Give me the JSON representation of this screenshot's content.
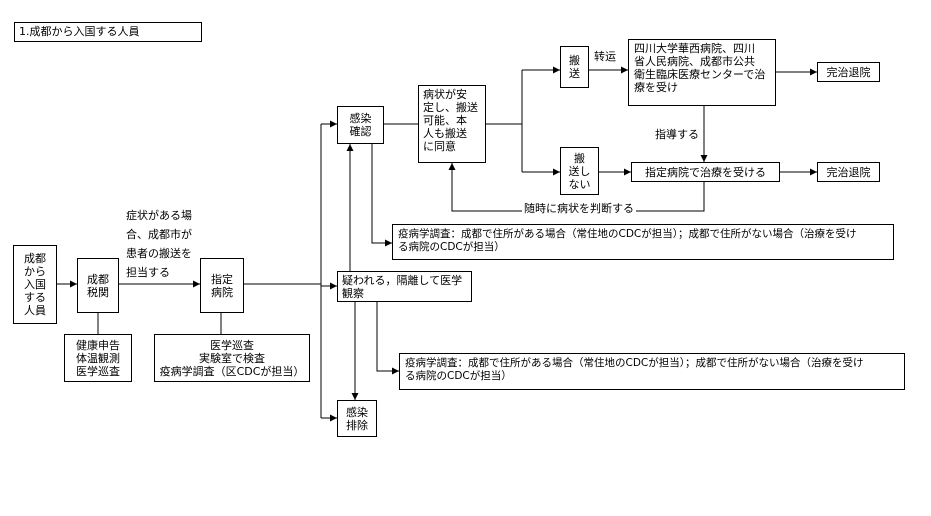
{
  "title": "1.成都から入国する人員",
  "nodes": {
    "entrant": "成都\nから\n入国\nする\n人員",
    "customs": "成都\n税関",
    "customs_tasks": "健康申告\n体温観測\n医学巡査",
    "transport_note": "症状がある場\n合、成都市が\n患者の搬送を\n担当する",
    "designated_hospital": "指定\n病院",
    "hospital_tasks": "医学巡查\n実験室で検査\n疫病学調査（区CDCが担当）",
    "suspected": "疑われる，隔離して医学\n観察",
    "confirmed": "感染\n確認",
    "excluded": "感染\n排除",
    "stable_condition": "病状が安\n定し、搬送\n可能、本\n人も搬送\nに同意",
    "transport": "搬\n送",
    "transfer": "转运",
    "top_hospitals": "四川大学華西病院、四川\n省人民病院、成都市公共\n衛生臨床医療センターで治\n療を受け",
    "no_transport": "搬\n送し\nない",
    "designated_treatment": "指定病院で治療を受ける",
    "guidance": "指導する",
    "recovered_1": "完治退院",
    "recovered_2": "完治退院",
    "judge_condition": "随時に病状を判断する",
    "epi_confirmed": "疫病学調査：成都で住所がある場合（常住地のCDCが担当）；成都で住所がない場合（治療を受け\nる病院のCDCが担当）",
    "epi_suspected": "疫病学調査：成都で住所がある場合（常住地のCDCが担当）；成都で住所がない場合（治療を受け\nる病院のCDCが担当）"
  }
}
